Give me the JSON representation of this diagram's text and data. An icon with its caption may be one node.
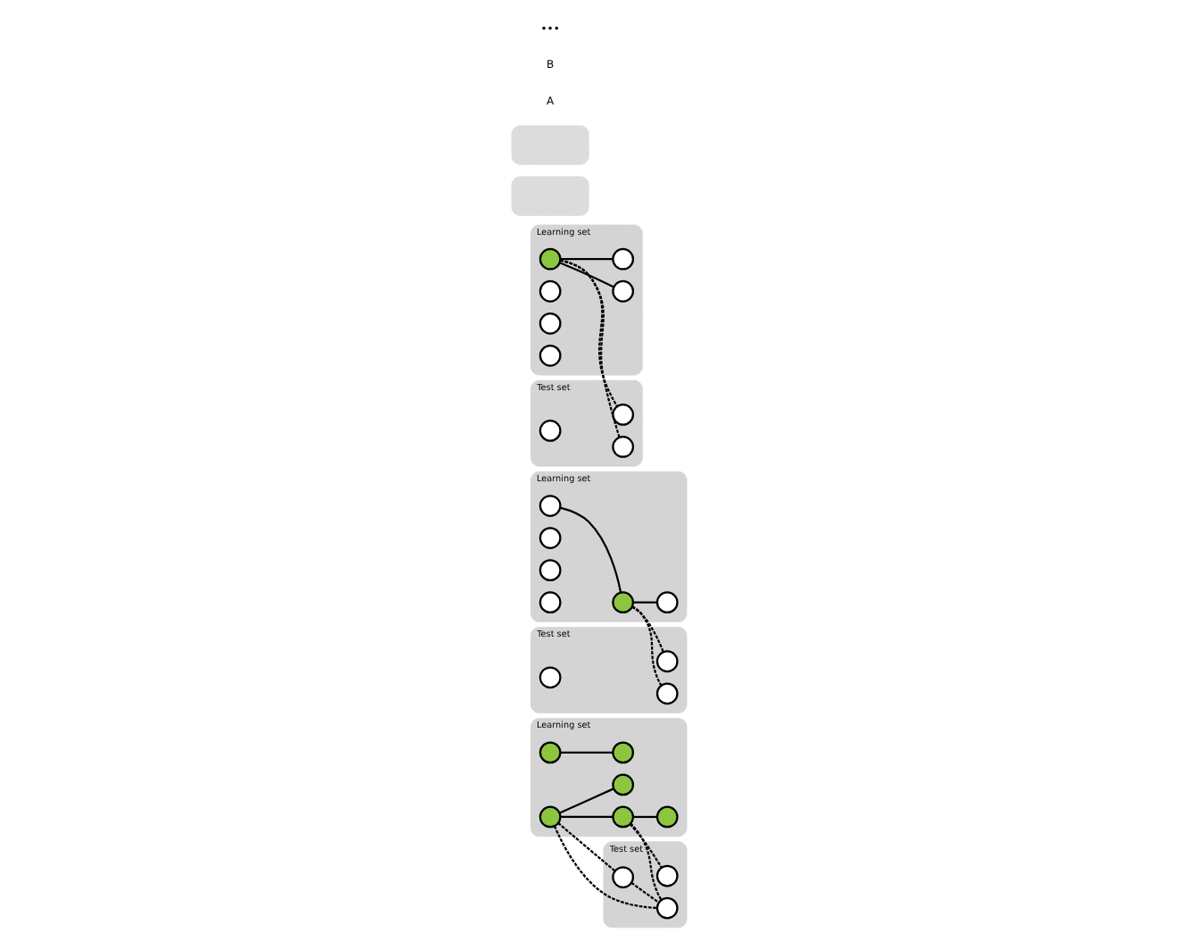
{
  "diagram": {
    "nodes": [
      {
        "text": [
          "Learning set"
        ]
      },
      {
        "text": [],
        "shape": "circle",
        "in": 0
      },
      {
        "text": [],
        "shape": "circle",
        "in": 0
      },
      {
        "text": [],
        "shape": "circle",
        "in": 0
      },
      {
        "text": [],
        "shape": "circle",
        "in": 0
      },
      {
        "text": [],
        "shape": "circle",
        "in": 0
      },
      {
        "text": [],
        "shape": "circle",
        "in": 0
      },
      {
        "text": [
          "Test set"
        ]
      },
      {
        "text": [],
        "shape": "circle",
        "in": 7
      },
      {
        "text": [],
        "shape": "circle",
        "in": 7
      },
      {
        "text": [],
        "shape": "circle",
        "in": 7
      },
      {
        "text": [
          "Learning set"
        ]
      },
      {
        "text": [],
        "shape": "circle",
        "in": 11
      },
      {
        "text": [],
        "shape": "circle",
        "in": 11
      },
      {
        "text": [],
        "shape": "circle",
        "in": 11
      },
      {
        "text": [],
        "shape": "circle",
        "in": 11
      },
      {
        "text": [],
        "shape": "circle",
        "in": 11
      },
      {
        "text": [],
        "shape": "circle",
        "in": 11
      },
      {
        "text": [
          "Test set"
        ]
      },
      {
        "text": [],
        "shape": "circle",
        "in": 18
      },
      {
        "text": [],
        "shape": "circle",
        "in": 18
      },
      {
        "text": [],
        "shape": "circle",
        "in": 18
      },
      {
        "text": [
          "Learning set"
        ]
      },
      {
        "text": [],
        "shape": "circle",
        "in": 22
      },
      {
        "text": [],
        "shape": "circle",
        "in": 22
      },
      {
        "text": [],
        "shape": "circle",
        "in": 22
      },
      {
        "text": [],
        "shape": "circle",
        "in": 22
      },
      {
        "text": [],
        "shape": "circle",
        "in": 22
      },
      {
        "text": [],
        "shape": "circle",
        "in": 22
      },
      {
        "text": [
          "Test set"
        ]
      },
      {
        "text": [],
        "shape": "circle",
        "in": 29
      },
      {
        "text": [],
        "shape": "circle",
        "in": 29
      },
      {
        "text": [],
        "shape": "circle",
        "in": 29
      },
      {
        "text": [],
        "shape": "box"
      },
      {
        "text": [],
        "shape": "box"
      }
    ],
    "edges": [
      {
        "from": 1,
        "to": 2,
        "arrow": "none"
      },
      {
        "from": 3,
        "to": 5,
        "arrow": "none"
      },
      {
        "from": 1,
        "to": 4,
        "arrow": "none"
      },
      {
        "from": 4,
        "to": 6,
        "arrow": "none"
      },
      {
        "from": 1,
        "to": 8,
        "arrow": "none",
        "style": "dashed"
      },
      {
        "from": 1,
        "to": 9,
        "arrow": "none",
        "style": "dashed"
      },
      {
        "from": 8,
        "to": 9,
        "arrow": "none",
        "style": "dashed"
      },
      {
        "from": 4,
        "to": 9,
        "arrow": "none",
        "style": "dashed"
      },
      {
        "from": 4,
        "to": 10,
        "arrow": "none",
        "style": "dashed"
      },
      {
        "from": 12,
        "to": 15,
        "arrow": "none"
      },
      {
        "from": 15,
        "to": 17,
        "arrow": "none"
      },
      {
        "from": 15,
        "to": 20,
        "arrow": "none",
        "style": "dashed"
      },
      {
        "from": 15,
        "to": 21,
        "arrow": "none",
        "style": "dashed"
      },
      {
        "from": 23,
        "to": 24,
        "arrow": "none"
      },
      {
        "from": 23,
        "to": 26,
        "arrow": "none"
      },
      {
        "from": 23,
        "to": 30,
        "arrow": "none",
        "style": "dashed"
      },
      {
        "from": 23,
        "to": 31,
        "arrow": "none",
        "style": "dashed"
      }
    ],
    "labels": [
      "A",
      "B",
      "•••"
    ]
  }
}
